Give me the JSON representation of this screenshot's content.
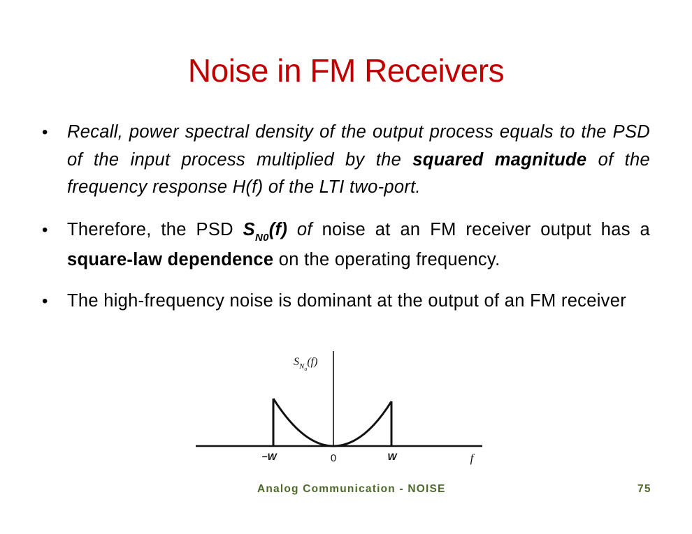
{
  "slide": {
    "title": "Noise in FM Receivers",
    "bullets": [
      {
        "segments": [
          {
            "text": "Recall, power spectral density of the output process equals to the PSD of the input process multiplied by the ",
            "style": "italic"
          },
          {
            "text": "squared magnitude",
            "style": "bold-italic"
          },
          {
            "text": " of the frequency response H(f) of the LTI two-port.",
            "style": "italic"
          }
        ]
      },
      {
        "segments": [
          {
            "text": "Therefore, the PSD ",
            "style": "normal"
          },
          {
            "text": "S",
            "style": "bold-italic"
          },
          {
            "text": "N0",
            "style": "bold-italic-subscript"
          },
          {
            "text": "(f)",
            "style": "bold-italic"
          },
          {
            "text": " of",
            "style": "italic"
          },
          {
            "text": " noise at an FM receiver output has a ",
            "style": "normal"
          },
          {
            "text": "square-law dependence",
            "style": "bold"
          },
          {
            "text": " on the operating frequency.",
            "style": "normal"
          }
        ]
      },
      {
        "segments": [
          {
            "text": "The high-frequency noise is dominant at the output of an FM receiver",
            "style": "normal"
          }
        ]
      }
    ],
    "bullet_symbol": "•"
  },
  "diagram": {
    "y_label_main": "S",
    "y_label_sub": "N",
    "y_label_subsub": "o",
    "y_label_arg": "(f)",
    "x_ticks": [
      "−W",
      "0",
      "W"
    ],
    "x_label": "f"
  },
  "footer": {
    "course": "Analog Communication - NOISE",
    "page_number": "75"
  },
  "colors": {
    "title": "#c00000",
    "footer": "#4e6a2a",
    "text": "#000000",
    "background": "#ffffff"
  }
}
